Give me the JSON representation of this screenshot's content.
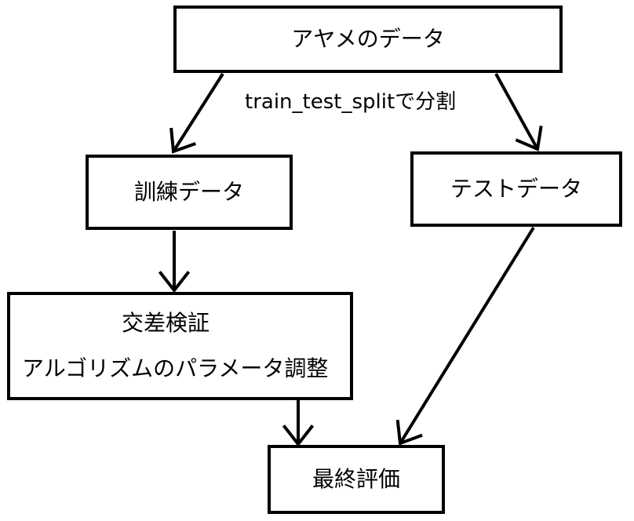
{
  "nodes": {
    "iris_data": {
      "label": "アヤメのデータ"
    },
    "train_data": {
      "label": "訓練データ"
    },
    "test_data": {
      "label": "テストデータ"
    },
    "cross_validation": {
      "line1": "交差検証",
      "line2": "アルゴリズムのパラメータ調整"
    },
    "final_evaluation": {
      "label": "最終評価"
    }
  },
  "edges": {
    "split_label": "train_test_splitで分割"
  },
  "colors": {
    "stroke": "#000000",
    "background": "#ffffff"
  }
}
